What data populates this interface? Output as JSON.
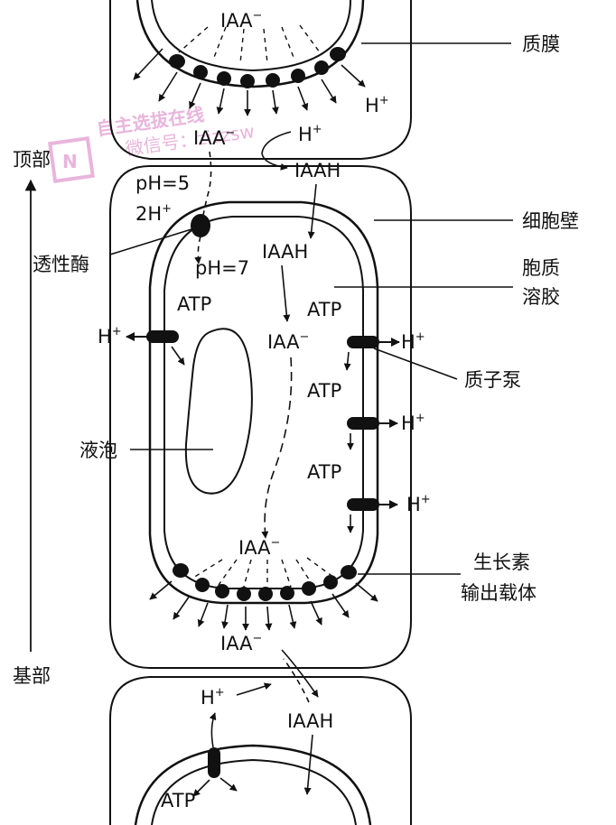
{
  "watermark": {
    "logo_letter": "N",
    "text": "自主选拔在线",
    "subtext": "微信号：zizzsw",
    "color": "#e6a9d6"
  },
  "axis": {
    "top_label": "顶部",
    "bottom_label": "基部"
  },
  "labels": {
    "plasma_membrane": "质膜",
    "cell_wall": "细胞壁",
    "cytosol_line1": "胞质",
    "cytosol_line2": "溶胶",
    "proton_pump": "质子泵",
    "auxin_carrier_line1": "生长素",
    "auxin_carrier_line2": "输出载体",
    "permease": "透性酶",
    "vacuole": "液泡"
  },
  "chem": {
    "iaa": "IAA",
    "minus": "−",
    "iaah": "IAAH",
    "h": "H",
    "plus": "+",
    "two_h": "2H",
    "atp": "ATP",
    "ph_wall": "pH=5",
    "ph_cytosol": "pH=7"
  }
}
